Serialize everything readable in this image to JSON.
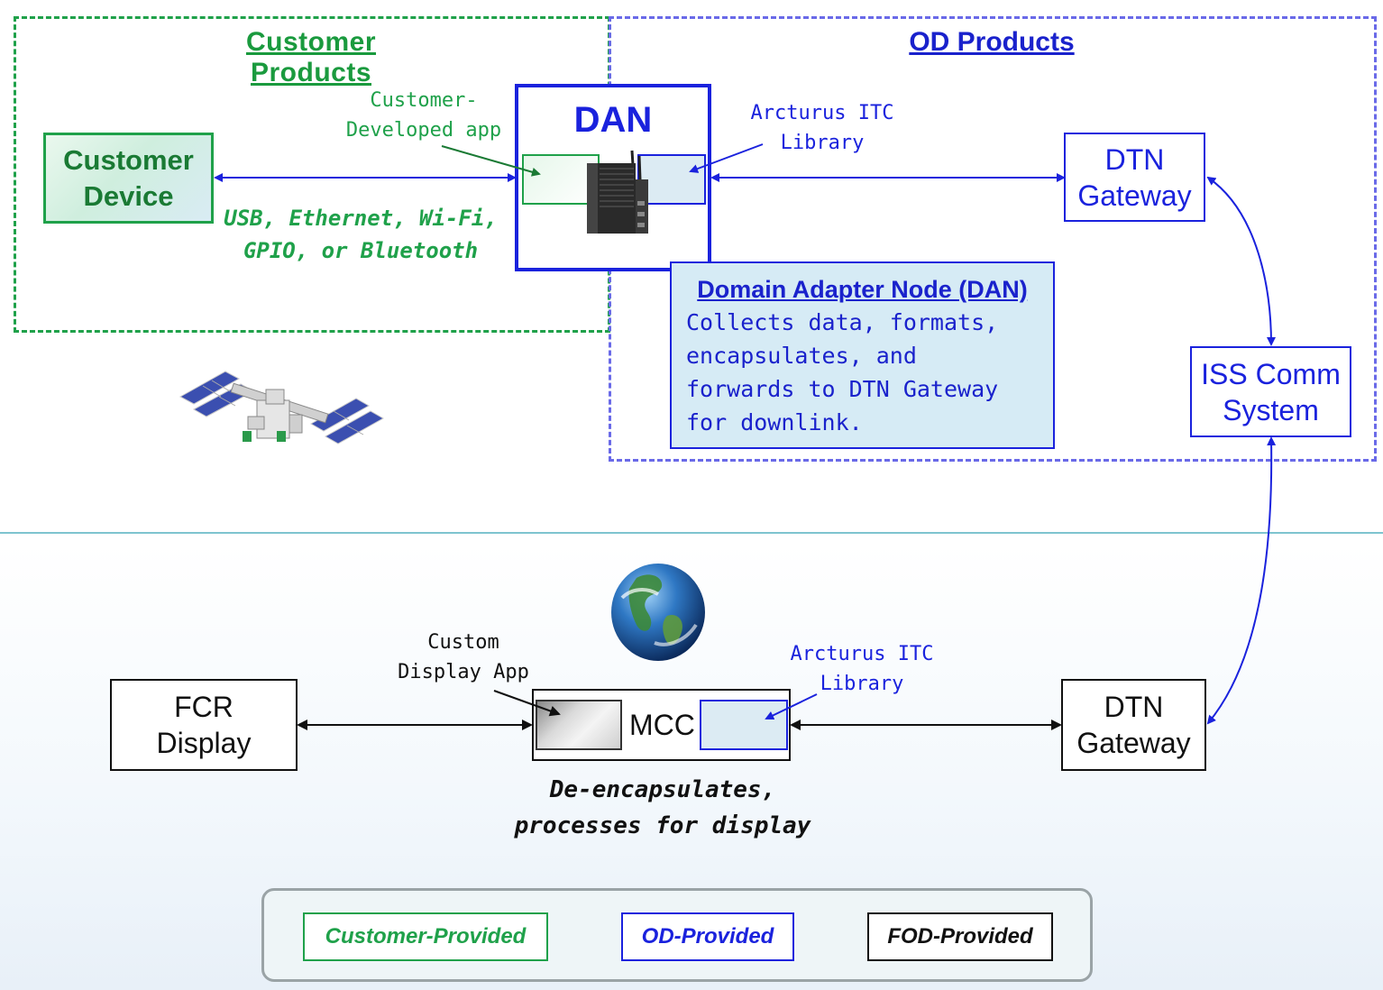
{
  "regions": {
    "customer_title": "Customer Products",
    "od_title": "OD Products"
  },
  "customer_device": {
    "label": "Customer\nDevice"
  },
  "links": {
    "customer_interfaces": "USB, Ethernet, Wi-Fi,\nGPIO, or Bluetooth"
  },
  "dan": {
    "title": "DAN",
    "customer_app_label": "Customer-\nDeveloped app",
    "itc_library_label": "Arcturus ITC\nLibrary"
  },
  "dan_description": {
    "title": "Domain Adapter Node (DAN)",
    "body": "Collects data, formats,\nencapsulates, and\nforwards to DTN Gateway\nfor downlink."
  },
  "space_gateway": {
    "label": "DTN\nGateway"
  },
  "iss_comm": {
    "label": "ISS Comm\nSystem"
  },
  "ground": {
    "fcr_display": "FCR\nDisplay",
    "custom_app_label": "Custom\nDisplay App",
    "mcc_label": "MCC",
    "itc_library_label": "Arcturus ITC\nLibrary",
    "dtn_gateway": "DTN\nGateway",
    "mcc_caption": "De-encapsulates,\nprocesses for display"
  },
  "legend": {
    "customer": "Customer-Provided",
    "od": "OD-Provided",
    "fod": "FOD-Provided"
  },
  "icons": {
    "dan_device": "dan-device-icon",
    "iss": "iss-icon",
    "earth": "earth-icon"
  },
  "colors": {
    "customer_green": "#1fa14a",
    "od_blue": "#1a22dd",
    "fod_black": "#111111",
    "separator": "#7ec4cf"
  }
}
